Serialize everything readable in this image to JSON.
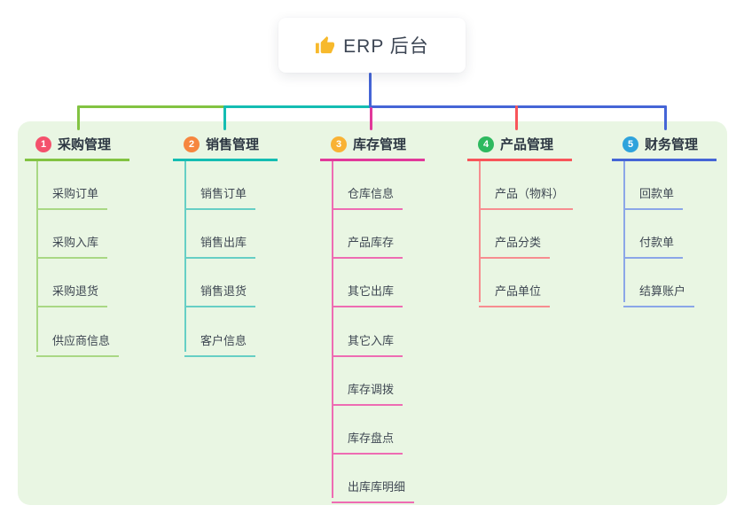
{
  "root": {
    "label": "ERP 后台",
    "icon": "thumbs-up-icon",
    "icon_color": "#f7b92c",
    "stem_color": "#4565d6"
  },
  "canvas": {
    "page_background": "#ffffff",
    "container_background": "#e9f6e3"
  },
  "branches": [
    {
      "badge": "1",
      "badge_color": "#f4516c",
      "label": "采购管理",
      "line_color": "#82c342",
      "child_line_color": "#a9d884",
      "children": [
        "采购订单",
        "采购入库",
        "采购退货",
        "供应商信息"
      ]
    },
    {
      "badge": "2",
      "badge_color": "#f6863f",
      "label": "销售管理",
      "line_color": "#14bdb2",
      "child_line_color": "#66cfc5",
      "children": [
        "销售订单",
        "销售出库",
        "销售退货",
        "客户信息"
      ]
    },
    {
      "badge": "3",
      "badge_color": "#f9b234",
      "label": "库存管理",
      "line_color": "#e1399a",
      "child_line_color": "#ee6cb3",
      "children": [
        "仓库信息",
        "产品库存",
        "其它出库",
        "其它入库",
        "库存调拨",
        "库存盘点",
        "出库库明细"
      ]
    },
    {
      "badge": "4",
      "badge_color": "#2eb95f",
      "label": "产品管理",
      "line_color": "#f8555a",
      "child_line_color": "#f78d90",
      "children": [
        "产品（物料）",
        "产品分类",
        "产品单位"
      ]
    },
    {
      "badge": "5",
      "badge_color": "#2ea3dc",
      "label": "财务管理",
      "line_color": "#4565d6",
      "child_line_color": "#8ba6e8",
      "children": [
        "回款单",
        "付款单",
        "结算账户"
      ]
    }
  ]
}
